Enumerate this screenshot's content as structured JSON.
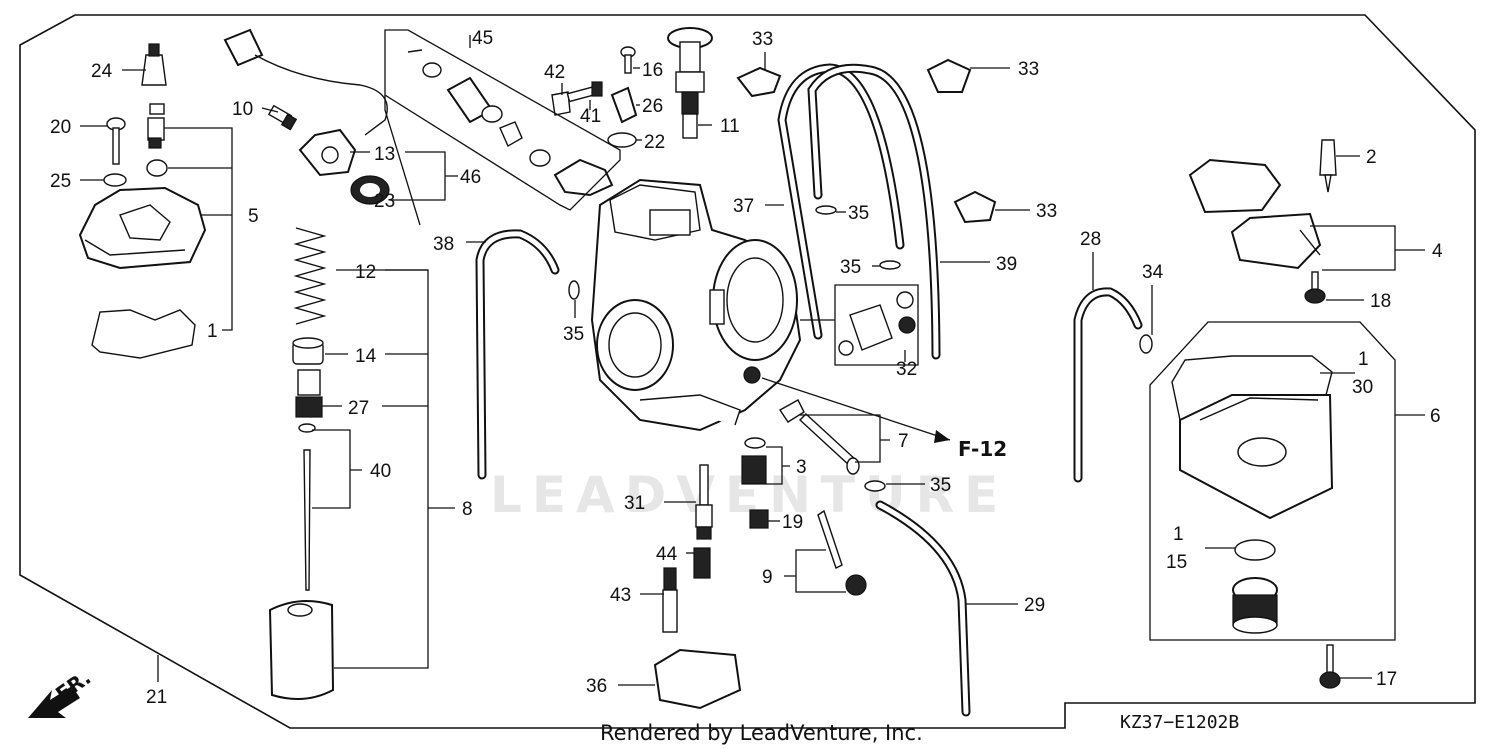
{
  "diagram": {
    "watermark": "LEADVENTURE",
    "rendered_by": "Rendered by LeadVenture, Inc.",
    "diagram_code": "KZ37−E1202B",
    "front_marker": "FR.",
    "reference": "F-12",
    "callouts": {
      "c1a": "1",
      "c1b": "1",
      "c1c": "1",
      "c2": "2",
      "c3": "3",
      "c4": "4",
      "c5": "5",
      "c6": "6",
      "c7": "7",
      "c8": "8",
      "c9": "9",
      "c10": "10",
      "c11": "11",
      "c12": "12",
      "c13": "13",
      "c14": "14",
      "c15": "15",
      "c16": "16",
      "c17": "17",
      "c18": "18",
      "c19": "19",
      "c20": "20",
      "c21": "21",
      "c22": "22",
      "c23": "23",
      "c24": "24",
      "c25": "25",
      "c26": "26",
      "c27": "27",
      "c28": "28",
      "c29": "29",
      "c30": "30",
      "c31": "31",
      "c32": "32",
      "c33a": "33",
      "c33b": "33",
      "c33c": "33",
      "c34": "34",
      "c35a": "35",
      "c35b": "35",
      "c35c": "35",
      "c35d": "35",
      "c36": "36",
      "c37": "37",
      "c38": "38",
      "c39": "39",
      "c40": "40",
      "c41": "41",
      "c42": "42",
      "c43": "43",
      "c44": "44",
      "c45": "45",
      "c46": "46"
    }
  }
}
